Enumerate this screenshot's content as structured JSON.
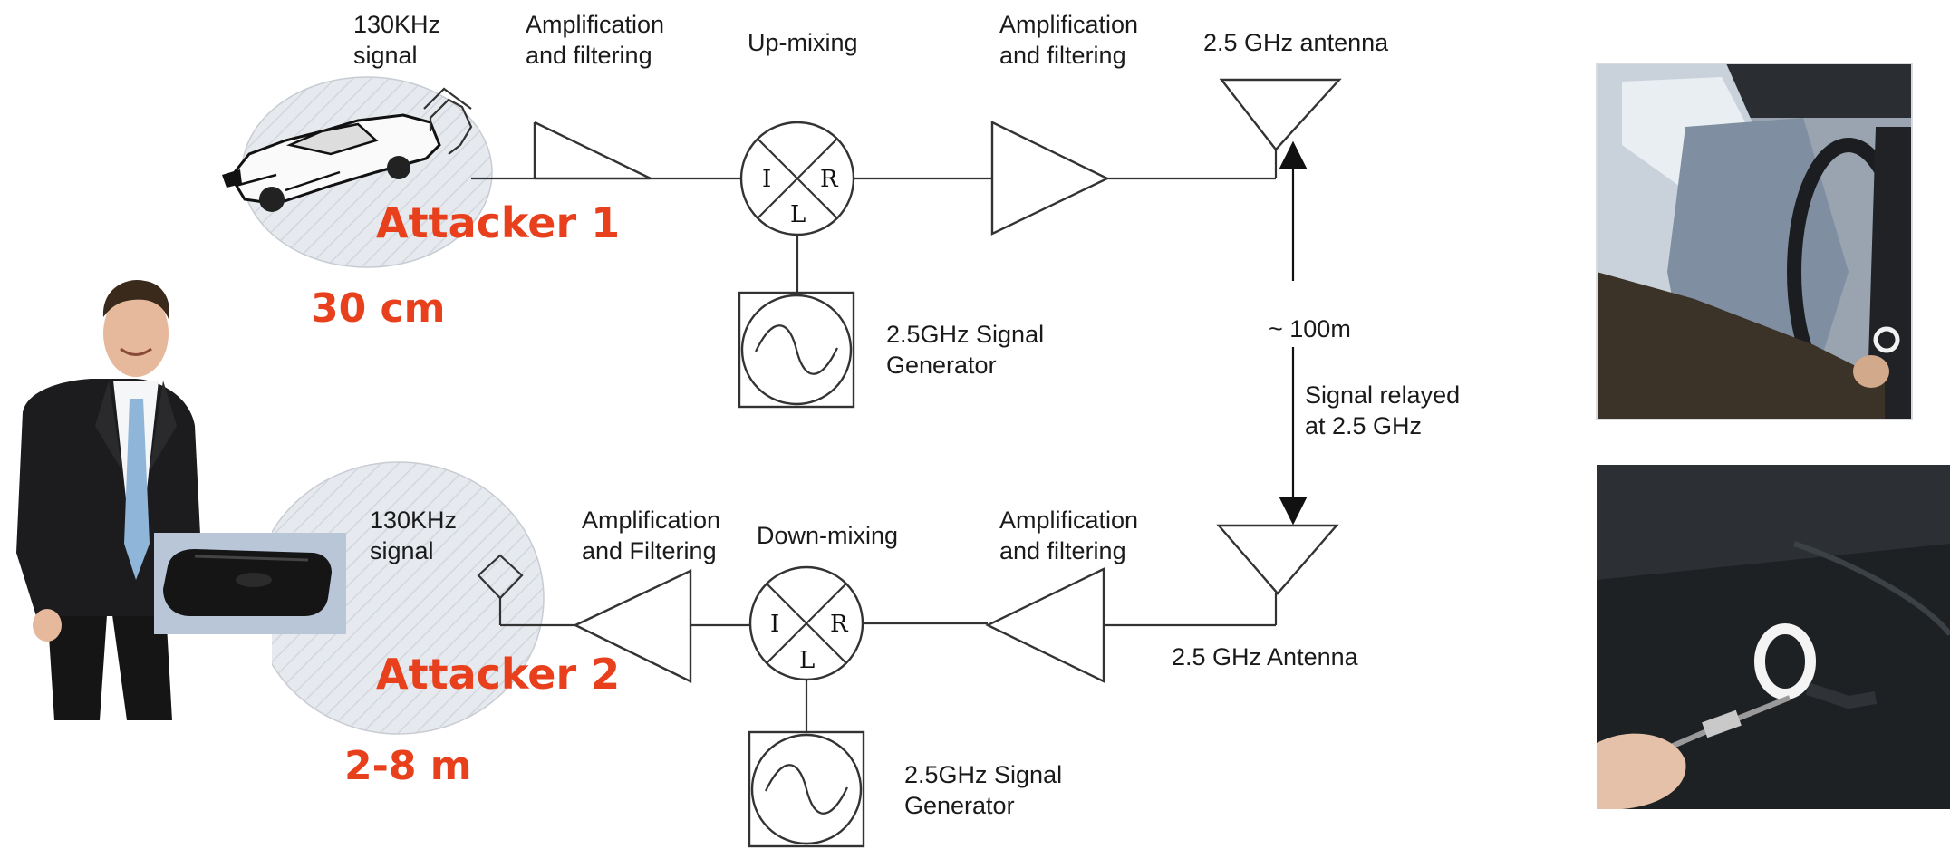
{
  "colors": {
    "attacker": "#e8401c",
    "line": "#333333",
    "zone_fill": "#dfe3ea"
  },
  "top_chain": {
    "signal_label": [
      "130KHz",
      "signal"
    ],
    "amp1_label": [
      "Amplification",
      "and filtering"
    ],
    "mixer_title": "Up-mixing",
    "amp2_label": [
      "Amplification",
      "and filtering"
    ],
    "antenna_label": "2.5 GHz antenna",
    "mixer_ports": {
      "i": "I",
      "r": "R",
      "l": "L"
    },
    "generator_label": [
      "2.5GHz Signal",
      "Generator"
    ],
    "attacker_label": "Attacker 1",
    "distance": "30 cm"
  },
  "relay": {
    "distance": "~ 100m",
    "note": [
      "Signal relayed",
      "at 2.5 GHz"
    ]
  },
  "bottom_chain": {
    "signal_label": [
      "130KHz",
      "signal"
    ],
    "amp1_label": [
      "Amplification",
      "and Filtering"
    ],
    "mixer_title": "Down-mixing",
    "amp2_label": [
      "Amplification",
      "and filtering"
    ],
    "antenna_label": "2.5 GHz Antenna",
    "mixer_ports": {
      "i": "I",
      "r": "R",
      "l": "L"
    },
    "generator_label": [
      "2.5GHz Signal",
      "Generator"
    ],
    "attacker_label": "Attacker 2",
    "distance": "2-8 m"
  },
  "icons": [
    "car-icon",
    "businessman-photo",
    "key-fob-photo",
    "car-interior-photo",
    "loop-antenna-photo"
  ]
}
